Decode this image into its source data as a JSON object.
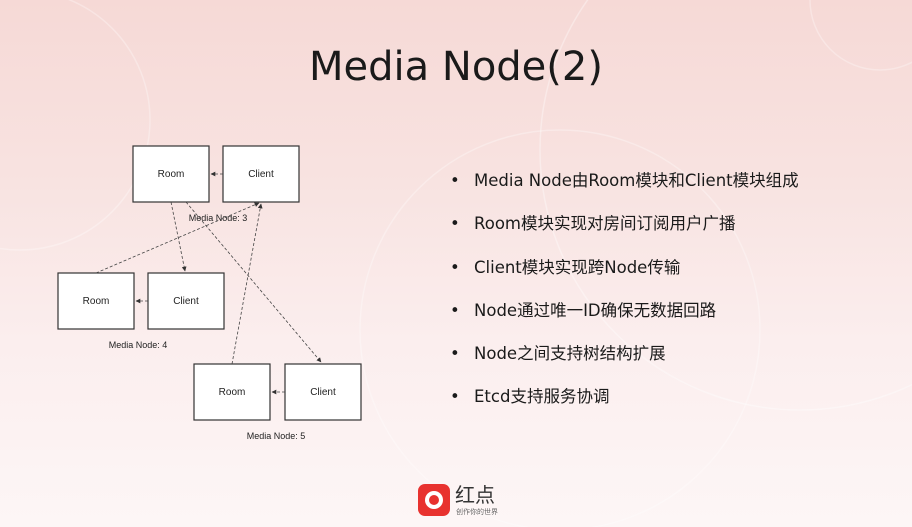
{
  "slide": {
    "title": "Media Node(2)"
  },
  "diagram": {
    "nodes": [
      {
        "room_label": "Room",
        "client_label": "Client",
        "caption": "Media Node: 3"
      },
      {
        "room_label": "Room",
        "client_label": "Client",
        "caption": "Media Node: 4"
      },
      {
        "room_label": "Room",
        "client_label": "Client",
        "caption": "Media Node: 5"
      }
    ]
  },
  "bullets": {
    "marker": "•",
    "items": [
      "Media Node由Room模块和Client模块组成",
      "Room模块实现对房间订阅用户广播",
      "Client模块实现跨Node传输",
      "Node通过唯一ID确保无数据回路",
      "Node之间支持树结构扩展",
      "Etcd支持服务协调"
    ]
  },
  "logo": {
    "name": "红点",
    "slogan": "创作你的世界",
    "brand_color": "#e8322f"
  }
}
